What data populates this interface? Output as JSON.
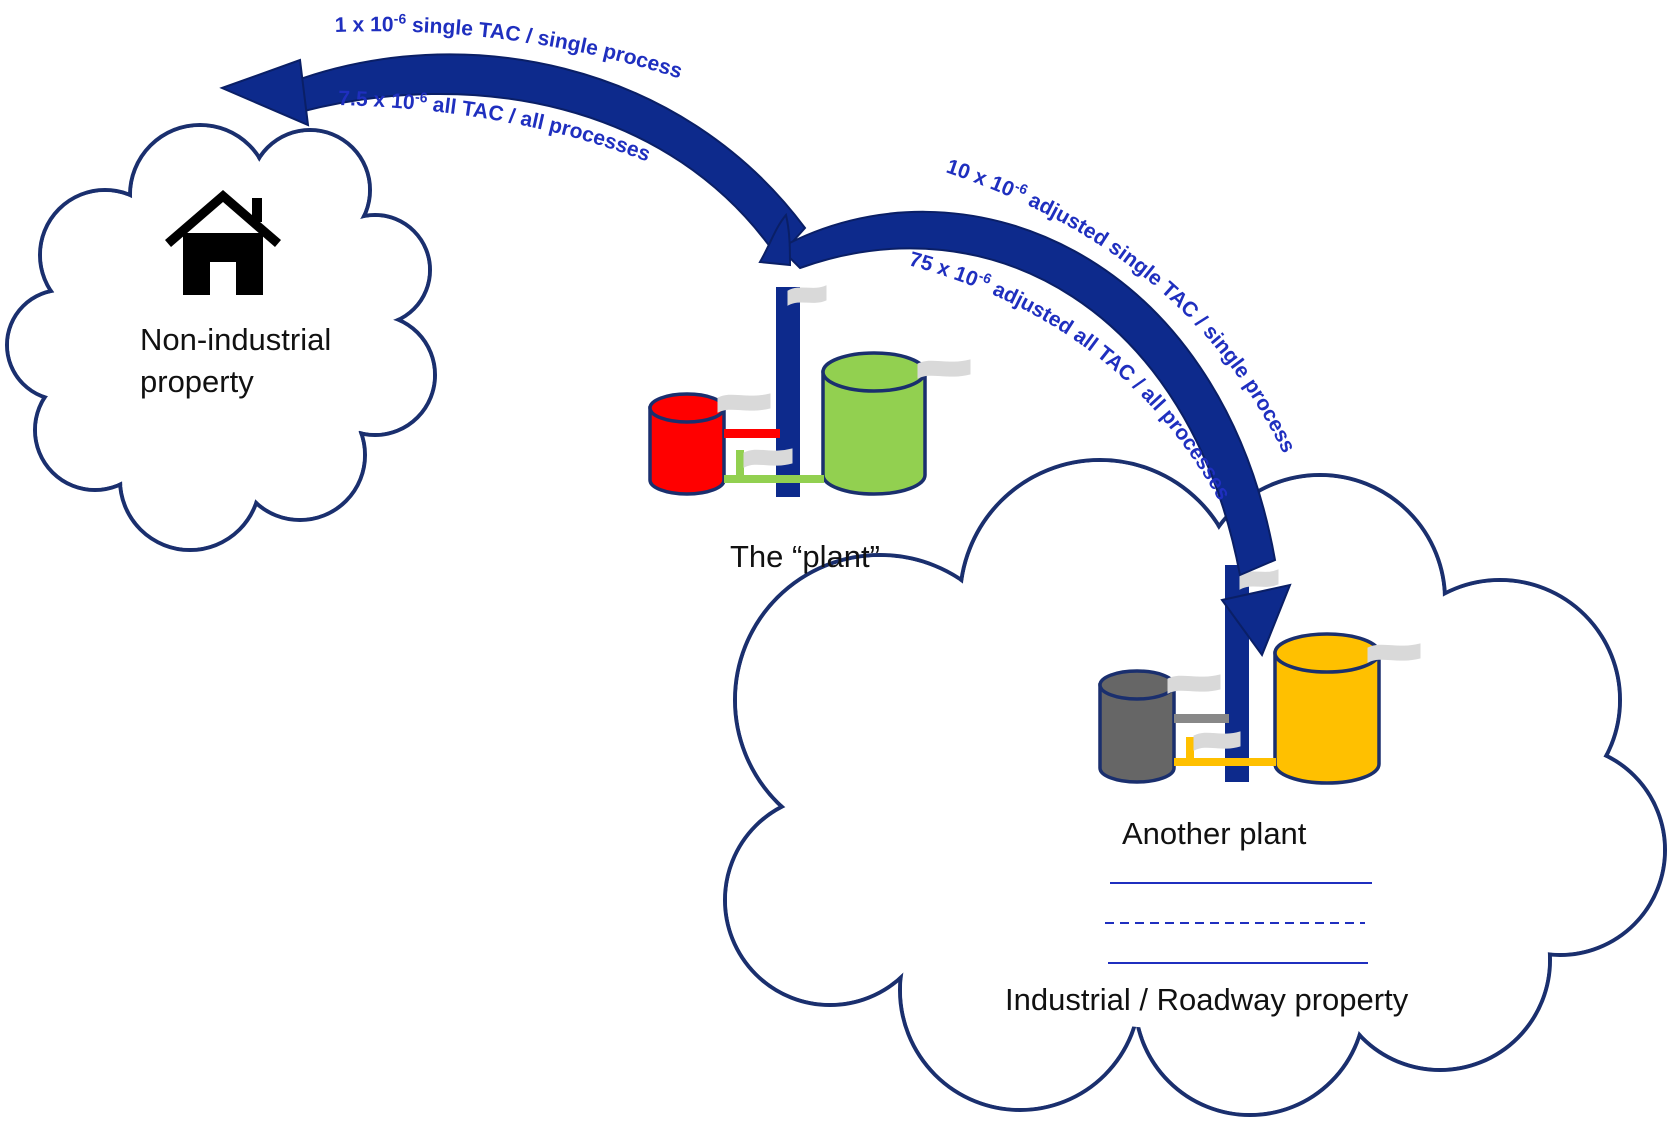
{
  "arrows": {
    "to_non_industrial": {
      "label_single_prefix": "1 x 10",
      "label_single_exp": "-6",
      "label_single_suffix": " single TAC / single process",
      "label_all_prefix": "7.5 x 10",
      "label_all_exp": "-6",
      "label_all_suffix": " all TAC / all processes"
    },
    "to_industrial": {
      "label_single_prefix": "10 x 10",
      "label_single_exp": "-6",
      "label_single_suffix": " adjusted single TAC / single process",
      "label_all_prefix": "75 x 10",
      "label_all_exp": "-6",
      "label_all_suffix": " adjusted all TAC / all processes"
    }
  },
  "regions": {
    "non_industrial": {
      "line1": "Non-industrial",
      "line2": "property"
    },
    "plant": {
      "label": "The “plant”"
    },
    "another_plant": {
      "label": "Another plant"
    },
    "industrial": {
      "label": "Industrial / Roadway property"
    }
  },
  "colors": {
    "arrow": "#0d2a8c",
    "outline": "#1a2f6e",
    "tank_red": "#ff0000",
    "tank_green": "#92d050",
    "tank_gray": "#666666",
    "tank_yellow": "#ffc000",
    "stack": "#0d2a8c",
    "legend_line": "#1f2fbf"
  },
  "icons": {
    "house": "house-icon",
    "plant": "factory-tanks-icon"
  }
}
